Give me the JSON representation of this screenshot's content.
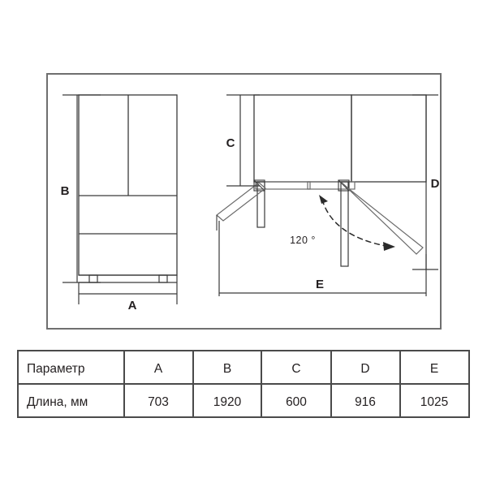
{
  "figure": {
    "type": "technical-drawing",
    "subject": "refrigerator-dimensions",
    "views": {
      "front_elevation": {
        "name": "front-elevation-view",
        "dimension_labels": [
          "B",
          "A"
        ]
      },
      "top_plan": {
        "name": "top-plan-view",
        "dimension_labels": [
          "C",
          "D",
          "E"
        ],
        "door_opening_angle": "120 °"
      }
    },
    "dimension_labels": {
      "A": "A",
      "B": "B",
      "C": "C",
      "D": "D",
      "E": "E"
    },
    "angle_annotation": "120 °",
    "colors": {
      "line": "#3a3a3a",
      "frame": "#6b6b6b",
      "text": "#231f20",
      "background": "#ffffff"
    }
  },
  "table": {
    "name": "dimensions-table",
    "headers": [
      "Параметр",
      "A",
      "B",
      "C",
      "D",
      "E"
    ],
    "rows": [
      {
        "label": "Длина, мм",
        "values": [
          "703",
          "1920",
          "600",
          "916",
          "1025"
        ]
      }
    ]
  },
  "chart_data": {
    "type": "table",
    "title": "",
    "categories": [
      "A",
      "B",
      "C",
      "D",
      "E"
    ],
    "values": [
      703,
      1920,
      600,
      916,
      1025
    ],
    "row_label": "Длина, мм",
    "header_label": "Параметр",
    "units": "мм"
  }
}
